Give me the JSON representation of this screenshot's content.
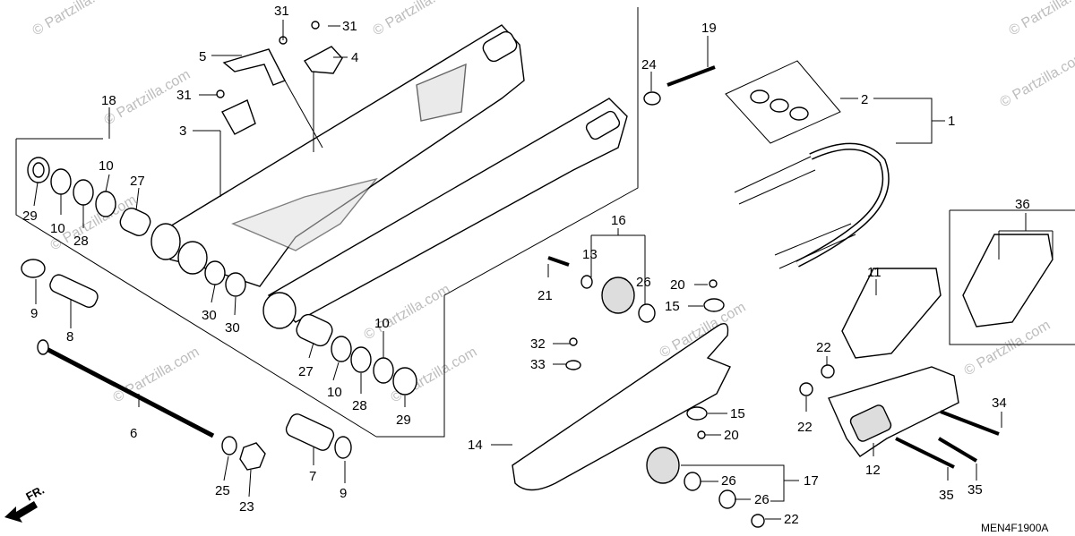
{
  "diagram": {
    "code": "MEN4F1900A",
    "direction_label": "FR.",
    "watermark": "© Partzilla.com",
    "part_labels": {
      "p1": "1",
      "p2": "2",
      "p3": "3",
      "p4": "4",
      "p5": "5",
      "p6": "6",
      "p7": "7",
      "p8": "8",
      "p9a": "9",
      "p9b": "9",
      "p10a": "10",
      "p10b": "10",
      "p10c": "10",
      "p10d": "10",
      "p11": "11",
      "p12": "12",
      "p13": "13",
      "p14": "14",
      "p15a": "15",
      "p15b": "15",
      "p16": "16",
      "p17": "17",
      "p18": "18",
      "p19": "19",
      "p20a": "20",
      "p20b": "20",
      "p21": "21",
      "p22a": "22",
      "p22b": "22",
      "p22c": "22",
      "p23": "23",
      "p24": "24",
      "p25": "25",
      "p26a": "26",
      "p26b": "26",
      "p26c": "26",
      "p27a": "27",
      "p27b": "27",
      "p28a": "28",
      "p28b": "28",
      "p29a": "29",
      "p29b": "29",
      "p30a": "30",
      "p30b": "30",
      "p31a": "31",
      "p31b": "31",
      "p31c": "31",
      "p32": "32",
      "p33": "33",
      "p34": "34",
      "p35a": "35",
      "p35b": "35",
      "p36": "36"
    }
  }
}
